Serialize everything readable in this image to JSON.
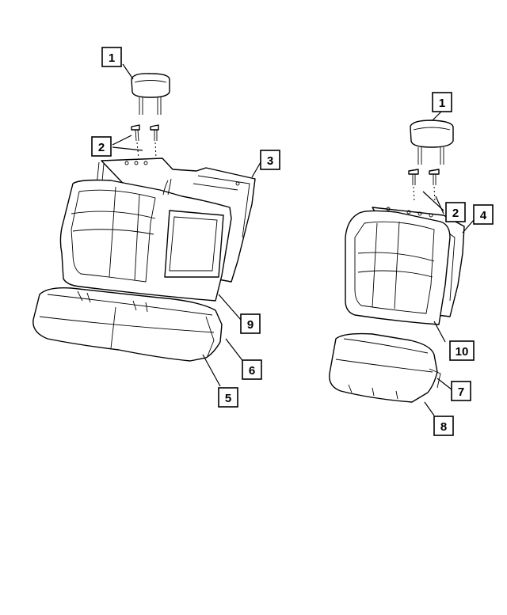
{
  "callouts": {
    "c1a": "1",
    "c1b": "1",
    "c2a": "2",
    "c2b": "2",
    "c3": "3",
    "c4": "4",
    "c5": "5",
    "c6": "6",
    "c7": "7",
    "c8": "8",
    "c9": "9",
    "c10": "10"
  }
}
